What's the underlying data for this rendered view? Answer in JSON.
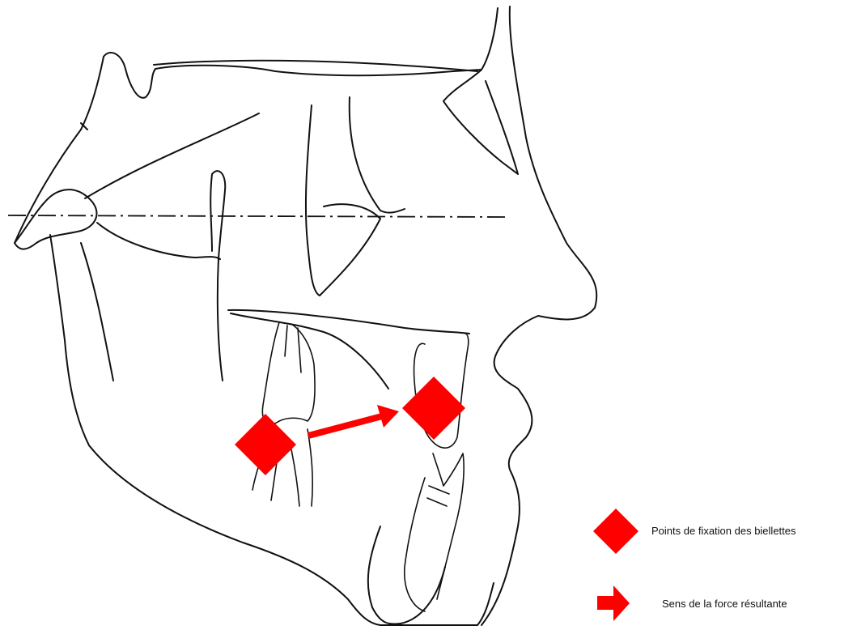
{
  "colors": {
    "marker": "#ff0000",
    "tracing": "#111111",
    "background": "#ffffff"
  },
  "legend": [
    {
      "symbol": "red-diamond",
      "label": "Points de fixation des biellettes"
    },
    {
      "symbol": "red-arrow",
      "label": "Sens de la force résultante"
    }
  ]
}
